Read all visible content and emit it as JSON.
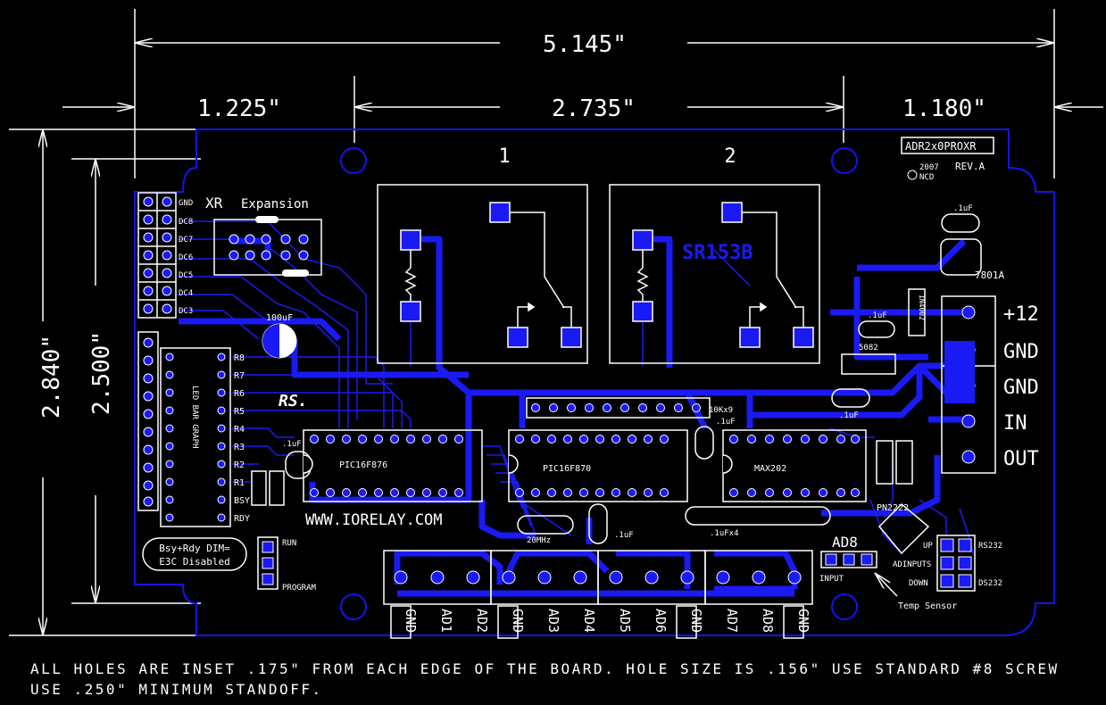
{
  "dimensions": {
    "overall_width": "5.145\"",
    "left_offset": "1.225\"",
    "hole_spacing": "2.735\"",
    "right_offset": "1.180\"",
    "overall_height": "2.840\"",
    "inner_height": "2.500\""
  },
  "board": {
    "part_number": "ADR2x0PROXR",
    "copyright": "2007",
    "maker": "NCD",
    "revision": "REV.A",
    "relay_1": "1",
    "relay_2": "2",
    "relay_part": "SR153B",
    "xr_label": "XR",
    "expansion_label": "Expansion",
    "website": "WWW.IORELAY.COM",
    "cap_100uf": "100uF",
    "chip_1": "PIC16F876",
    "chip_2": "PIC16F870",
    "chip_3": "MAX202",
    "resistor_pack": "10Kx9",
    "crystal": "20MHz",
    "cap_x4": ".1uFx4",
    "cap_small": ".1uF",
    "regulator": "7801A",
    "diode_1": "1N4002",
    "diode_2": "5082",
    "transistor": "PN2222",
    "bargraph": "LED BAR GRAPH",
    "ad8_label": "AD8",
    "input_label": "INPUT",
    "temp_sensor": "Temp Sensor",
    "bsy_rdy_note_line1": "Bsy+Rdy DIM=",
    "bsy_rdy_note_line2": "E3C Disabled",
    "run_label": "RUN",
    "program_label": "PROGRAM",
    "up_label": "UP",
    "ad_inputs_label": "ADINPUTS",
    "down_label": "DOWN",
    "rs232_label": "RS232",
    "ds232_label": "DS232",
    "rs_logo": "RS.",
    "gnd_pin": "GND",
    "left_pins": [
      "GND",
      "DC8",
      "DC7",
      "DC6",
      "DC5",
      "DC4",
      "DC3"
    ],
    "bar_labels": [
      "R8",
      "R7",
      "R6",
      "R5",
      "R4",
      "R3",
      "R2",
      "R1",
      "BSY",
      "RDY"
    ]
  },
  "power_terminal": [
    "+12",
    "GND",
    "GND",
    "IN",
    "OUT"
  ],
  "bottom_terminal": [
    "GND",
    "AD1",
    "AD2",
    "GND",
    "AD3",
    "AD4",
    "AD5",
    "AD6",
    "GND",
    "AD7",
    "AD8",
    "GND"
  ],
  "notes": {
    "line1": "ALL HOLES ARE INSET .175\" FROM EACH EDGE OF THE BOARD.  HOLE SIZE IS .156\" USE STANDARD #8 SCREW",
    "line2": "USE .250\" MINIMUM STANDOFF."
  }
}
